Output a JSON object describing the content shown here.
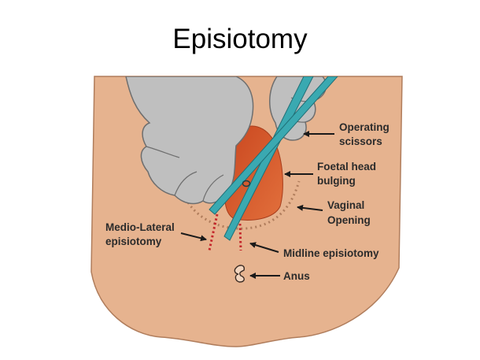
{
  "title": "Episiotomy",
  "labels": {
    "scissors_line1": "Operating",
    "scissors_line2": "scissors",
    "head_line1": "Foetal head",
    "head_line2": "bulging",
    "vaginal_line1": "Vaginal",
    "vaginal_line2": "Opening",
    "mediolateral_line1": "Medio-Lateral",
    "mediolateral_line2": "episiotomy",
    "midline": "Midline episiotomy",
    "anus": "Anus"
  },
  "colors": {
    "skin": "#e6b38f",
    "skin_outline": "#b07d5c",
    "glove": "#bfbfbf",
    "glove_outline": "#6e6e6e",
    "foetal_head": "#d2572c",
    "scissors": "#3aa9b1",
    "incision": "#c4262b",
    "arrow": "#1a1a1a"
  },
  "icons": [
    "scissors-icon",
    "glove-hand-icon",
    "foetal-head-shape",
    "anus-icon"
  ]
}
